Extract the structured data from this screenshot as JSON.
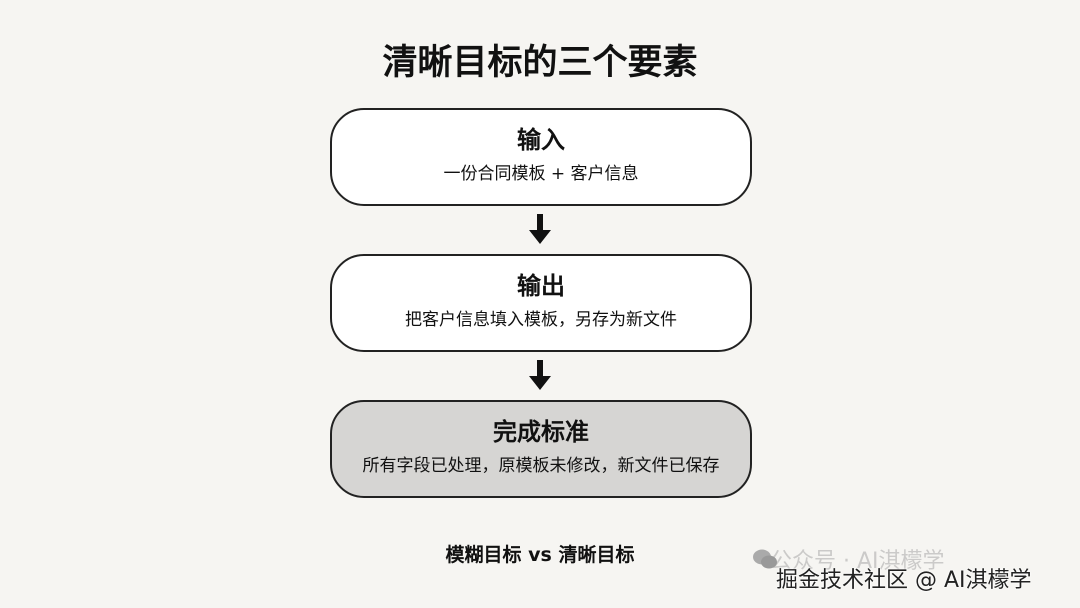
{
  "title": "清晰目标的三个要素",
  "steps": [
    {
      "heading": "输入",
      "detail": "一份合同模板 + 客户信息",
      "highlighted": false
    },
    {
      "heading": "输出",
      "detail": "把客户信息填入模板，另存为新文件",
      "highlighted": false
    },
    {
      "heading": "完成标准",
      "detail": "所有字段已处理，原模板未修改，新文件已保存",
      "highlighted": true
    }
  ],
  "footer": "模糊目标 vs 清晰目标",
  "watermark": {
    "line1": "公众号 · AI淇檬学",
    "line2": "掘金技术社区 @ AI淇檬学",
    "icon": "wechat-icon"
  },
  "colors": {
    "background": "#f6f5f2",
    "box": "#ffffff",
    "highlight_box": "#d6d5d3",
    "border": "#222222"
  }
}
